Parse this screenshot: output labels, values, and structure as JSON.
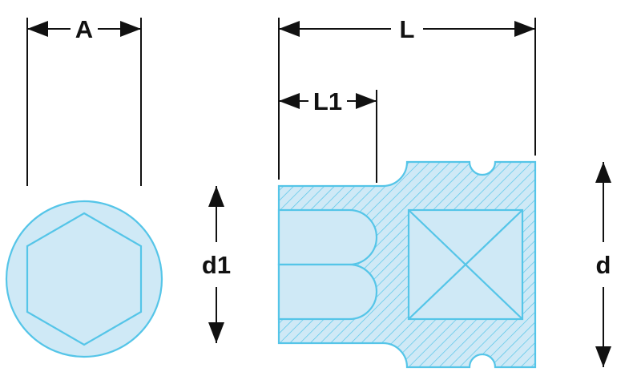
{
  "dimensions": {
    "A": {
      "label": "A"
    },
    "L": {
      "label": "L"
    },
    "L1": {
      "label": "L1"
    },
    "d1": {
      "label": "d1"
    },
    "d": {
      "label": "d"
    }
  },
  "colors": {
    "body_fill": "#cfe9f6",
    "outline": "#55c5e8",
    "dimension": "#111111",
    "background": "#ffffff"
  }
}
